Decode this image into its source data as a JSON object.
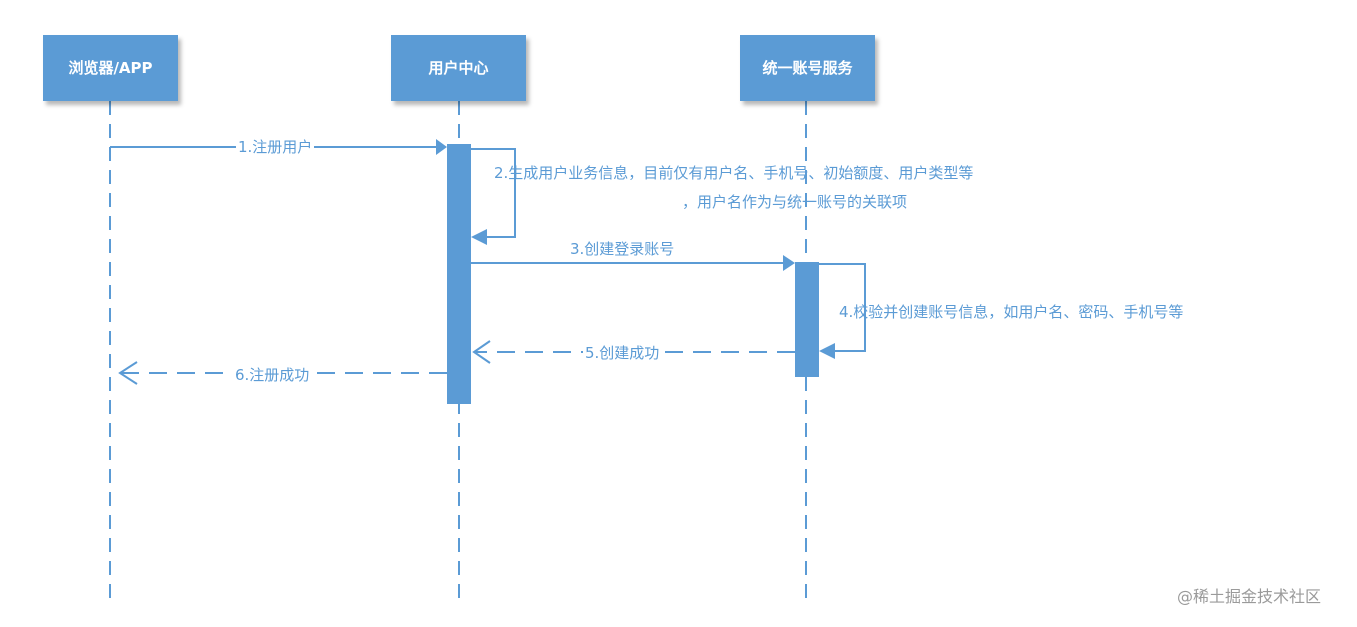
{
  "actors": {
    "browser": "浏览器/APP",
    "user_center": "用户中心",
    "account_service": "统一账号服务"
  },
  "messages": {
    "m1": "1.注册用户",
    "m2_line1": "2.生成用户业务信息，目前仅有用户名、手机号、初始额度、用户类型等",
    "m2_line2": "，用户名作为与统一账号的关联项",
    "m3": "3.创建登录账号",
    "m4": "4.校验并创建账号信息，如用户名、密码、手机号等",
    "m5": "5.创建成功",
    "m6": "6.注册成功"
  },
  "watermark": "@稀土掘金技术社区",
  "colors": {
    "accent": "#5b9bd5",
    "text_on_accent": "#ffffff",
    "watermark": "#9a9a9a"
  }
}
